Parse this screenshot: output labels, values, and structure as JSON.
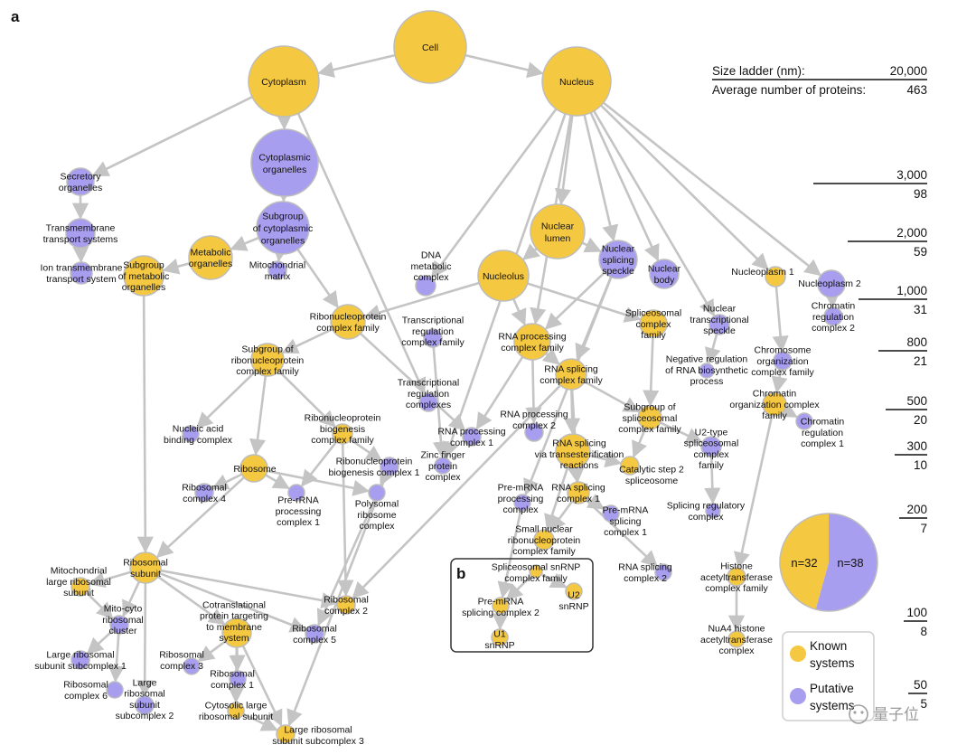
{
  "panel_a": "a",
  "panel_b": "b",
  "colors": {
    "known": "#f5c842",
    "putative": "#a89ef0",
    "edge": "#c4c4c4",
    "node_stroke": "#bdbdbd"
  },
  "nodes": [
    {
      "id": "cell",
      "label": [
        "Cell"
      ],
      "type": "known"
    },
    {
      "id": "cytoplasm",
      "label": [
        "Cytoplasm"
      ],
      "type": "known"
    },
    {
      "id": "nucleus",
      "label": [
        "Nucleus"
      ],
      "type": "known"
    },
    {
      "id": "cyto_org",
      "label": [
        "Cytoplasmic",
        "organelles"
      ],
      "type": "putative"
    },
    {
      "id": "secretory",
      "label": [
        "Secretory",
        "organelles"
      ],
      "type": "putative"
    },
    {
      "id": "transmembrane",
      "label": [
        "Transmembrane",
        "transport systems"
      ],
      "type": "putative"
    },
    {
      "id": "ion_trans",
      "label": [
        "Ion transmembrane",
        "transport system"
      ],
      "type": "putative"
    },
    {
      "id": "subgroup_cyto",
      "label": [
        "Subgroup",
        "of cytoplasmic",
        "organelles"
      ],
      "type": "putative"
    },
    {
      "id": "metabolic",
      "label": [
        "Metabolic",
        "organelles"
      ],
      "type": "known"
    },
    {
      "id": "subgroup_metab",
      "label": [
        "Subgroup",
        "of metabolic",
        "organelles"
      ],
      "type": "known"
    },
    {
      "id": "mito_matrix",
      "label": [
        "Mitochondrial",
        "matrix"
      ],
      "type": "putative"
    },
    {
      "id": "nuclear_lumen",
      "label": [
        "Nuclear",
        "lumen"
      ],
      "type": "known"
    },
    {
      "id": "nucleolus",
      "label": [
        "Nucleolus"
      ],
      "type": "known"
    },
    {
      "id": "nuc_splice_speckle",
      "label": [
        "Nuclear",
        "splicing",
        "speckle"
      ],
      "type": "putative"
    },
    {
      "id": "nuclear_body",
      "label": [
        "Nuclear",
        "body"
      ],
      "type": "putative"
    },
    {
      "id": "nucleoplasm1",
      "label": [
        "Nucleoplasm 1"
      ],
      "type": "known"
    },
    {
      "id": "nucleoplasm2",
      "label": [
        "Nucleoplasm 2"
      ],
      "type": "putative"
    },
    {
      "id": "dna_metab",
      "label": [
        "DNA",
        "metabolic",
        "complex"
      ],
      "type": "putative"
    },
    {
      "id": "rnp_family",
      "label": [
        "Ribonucleoprotein",
        "complex family"
      ],
      "type": "known"
    },
    {
      "id": "subgroup_rnp",
      "label": [
        "Subgroup of",
        "ribonucleoprotein",
        "complex family"
      ],
      "type": "known"
    },
    {
      "id": "trans_reg_fam",
      "label": [
        "Transcriptional",
        "regulation",
        "complex family"
      ],
      "type": "putative"
    },
    {
      "id": "trans_reg_cx",
      "label": [
        "Transcriptional",
        "regulation",
        "complexes"
      ],
      "type": "putative"
    },
    {
      "id": "rna_proc_fam",
      "label": [
        "RNA processing",
        "complex family"
      ],
      "type": "known"
    },
    {
      "id": "spliceo_fam",
      "label": [
        "Spliceosomal",
        "complex",
        "family"
      ],
      "type": "known"
    },
    {
      "id": "nuc_trans_speckle",
      "label": [
        "Nuclear",
        "transcriptional",
        "speckle"
      ],
      "type": "putative"
    },
    {
      "id": "neg_reg",
      "label": [
        "Negative regulation",
        "of RNA biosynthetic",
        "process"
      ],
      "type": "putative"
    },
    {
      "id": "chrom_reg2",
      "label": [
        "Chromatin",
        "regulation",
        "complex 2"
      ],
      "type": "putative"
    },
    {
      "id": "chrom_org_fam",
      "label": [
        "Chromosome",
        "organization",
        "complex family"
      ],
      "type": "putative"
    },
    {
      "id": "chrom_org_cx",
      "label": [
        "Chromatin",
        "organization complex",
        "family"
      ],
      "type": "known"
    },
    {
      "id": "chrom_reg1",
      "label": [
        "Chromatin",
        "regulation",
        "complex 1"
      ],
      "type": "putative"
    },
    {
      "id": "rna_splice_fam",
      "label": [
        "RNA splicing",
        "complex family"
      ],
      "type": "known"
    },
    {
      "id": "rna_proc2",
      "label": [
        "RNA processing",
        "complex 2"
      ],
      "type": "putative"
    },
    {
      "id": "rna_proc1",
      "label": [
        "RNA processing",
        "complex 1"
      ],
      "type": "putative"
    },
    {
      "id": "zinc_finger",
      "label": [
        "Zinc finger",
        "protein",
        "complex"
      ],
      "type": "putative"
    },
    {
      "id": "subgroup_spliceo",
      "label": [
        "Subgroup of",
        "spliceosomal",
        "complex family"
      ],
      "type": "known"
    },
    {
      "id": "u2_type",
      "label": [
        "U2-type",
        "spliceosomal",
        "complex",
        "family"
      ],
      "type": "putative"
    },
    {
      "id": "rna_splice_trans",
      "label": [
        "RNA splicing",
        "via transesterification",
        "reactions"
      ],
      "type": "known"
    },
    {
      "id": "cat_step2",
      "label": [
        "Catalytic step 2",
        "spliceosome"
      ],
      "type": "known"
    },
    {
      "id": "splice_reg",
      "label": [
        "Splicing regulatory",
        "complex"
      ],
      "type": "putative"
    },
    {
      "id": "pre_mrna_proc",
      "label": [
        "Pre-mRNA",
        "processing",
        "complex"
      ],
      "type": "putative"
    },
    {
      "id": "rna_splice1",
      "label": [
        "RNA splicing",
        "complex 1"
      ],
      "type": "known"
    },
    {
      "id": "pre_mrna_splice1",
      "label": [
        "Pre-mRNA",
        "splicing",
        "complex 1"
      ],
      "type": "putative"
    },
    {
      "id": "small_nuc_rnp",
      "label": [
        "Small nuclear",
        "ribonucleoprotein",
        "complex family"
      ],
      "type": "known"
    },
    {
      "id": "rna_splice2",
      "label": [
        "RNA splicing",
        "complex 2"
      ],
      "type": "putative"
    },
    {
      "id": "nucleic_acid",
      "label": [
        "Nucleic acid",
        "binding complex"
      ],
      "type": "putative"
    },
    {
      "id": "rnp_biogen_fam",
      "label": [
        "Ribonucleoprotein",
        "biogenesis",
        "complex family"
      ],
      "type": "known"
    },
    {
      "id": "rnp_biogen1",
      "label": [
        "Ribonucleoprotein",
        "biogenesis complex 1"
      ],
      "type": "putative"
    },
    {
      "id": "ribosome",
      "label": [
        "Ribosome"
      ],
      "type": "known"
    },
    {
      "id": "ribo_cx4",
      "label": [
        "Ribosomal",
        "complex 4"
      ],
      "type": "putative"
    },
    {
      "id": "pre_rrna",
      "label": [
        "Pre-rRNA",
        "processing",
        "complex 1"
      ],
      "type": "putative"
    },
    {
      "id": "polysomal",
      "label": [
        "Polysomal",
        "ribosome",
        "complex"
      ],
      "type": "putative"
    },
    {
      "id": "ribo_subunit",
      "label": [
        "Ribosomal",
        "subunit"
      ],
      "type": "known"
    },
    {
      "id": "mito_large",
      "label": [
        "Mitochondrial",
        "large ribosomal",
        "subunit"
      ],
      "type": "known"
    },
    {
      "id": "mito_cyto",
      "label": [
        "Mito-cyto",
        "ribosomal",
        "cluster"
      ],
      "type": "putative"
    },
    {
      "id": "large_sub_cx1",
      "label": [
        "Large ribosomal",
        "subunit subcomplex 1"
      ],
      "type": "putative"
    },
    {
      "id": "ribo_cx6",
      "label": [
        "Ribosomal",
        "complex 6"
      ],
      "type": "putative"
    },
    {
      "id": "large_sub_cx2",
      "label": [
        "Large",
        "ribosomal",
        "subunit",
        "subcomplex 2"
      ],
      "type": "putative"
    },
    {
      "id": "cotrans",
      "label": [
        "Cotranslational",
        "protein targeting",
        "to membrane",
        "system"
      ],
      "type": "known"
    },
    {
      "id": "ribo_cx2",
      "label": [
        "Ribosomal",
        "complex 2"
      ],
      "type": "known"
    },
    {
      "id": "ribo_cx5",
      "label": [
        "Ribosomal",
        "complex 5"
      ],
      "type": "putative"
    },
    {
      "id": "ribo_cx3",
      "label": [
        "Ribosomal",
        "complex 3"
      ],
      "type": "putative"
    },
    {
      "id": "ribo_cx1",
      "label": [
        "Ribosomal",
        "complex 1"
      ],
      "type": "putative"
    },
    {
      "id": "cyto_large",
      "label": [
        "Cytosolic large",
        "ribosomal subunit"
      ],
      "type": "known"
    },
    {
      "id": "large_sub_cx3",
      "label": [
        "Large ribosomal",
        "subunit subcomplex 3"
      ],
      "type": "known"
    },
    {
      "id": "hist_acetyl",
      "label": [
        "Histone",
        "acetyltransferase",
        "complex family"
      ],
      "type": "known"
    },
    {
      "id": "nua4",
      "label": [
        "NuA4 histone",
        "acetyltransferase",
        "complex"
      ],
      "type": "known"
    },
    {
      "id": "spliceo_snrnp",
      "label": [
        "Spliceosomal snRNP",
        "complex family"
      ],
      "type": "known"
    },
    {
      "id": "u2_snrnp",
      "label": [
        "U2",
        "snRNP"
      ],
      "type": "known"
    },
    {
      "id": "pre_mrna_splice2",
      "label": [
        "Pre-mRNA",
        "splicing complex 2"
      ],
      "type": "known"
    },
    {
      "id": "u1_snrnp",
      "label": [
        "U1",
        "snRNP"
      ],
      "type": "known"
    }
  ],
  "edges": [
    [
      "cell",
      "cytoplasm"
    ],
    [
      "cell",
      "nucleus"
    ],
    [
      "cytoplasm",
      "cyto_org"
    ],
    [
      "cytoplasm",
      "secretory"
    ],
    [
      "cytoplasm",
      "trans_reg_cx"
    ],
    [
      "secretory",
      "transmembrane"
    ],
    [
      "transmembrane",
      "ion_trans"
    ],
    [
      "cyto_org",
      "subgroup_cyto"
    ],
    [
      "subgroup_cyto",
      "metabolic"
    ],
    [
      "subgroup_cyto",
      "mito_matrix"
    ],
    [
      "subgroup_cyto",
      "rnp_family"
    ],
    [
      "metabolic",
      "subgroup_metab"
    ],
    [
      "subgroup_metab",
      "ribo_subunit"
    ],
    [
      "nucleus",
      "nuclear_lumen"
    ],
    [
      "nucleus",
      "nuc_splice_speckle"
    ],
    [
      "nucleus",
      "nuclear_body"
    ],
    [
      "nucleus",
      "nucleoplasm1"
    ],
    [
      "nucleus",
      "nucleoplasm2"
    ],
    [
      "nucleus",
      "dna_metab"
    ],
    [
      "nucleus",
      "nuc_trans_speckle"
    ],
    [
      "nucleus",
      "rna_proc_fam"
    ],
    [
      "nucleus",
      "zinc_finger"
    ],
    [
      "nuclear_lumen",
      "nucleolus"
    ],
    [
      "nuclear_lumen",
      "nuc_splice_speckle"
    ],
    [
      "nucleolus",
      "rnp_family"
    ],
    [
      "nucleolus",
      "rna_proc_fam"
    ],
    [
      "nucleolus",
      "spliceo_fam"
    ],
    [
      "nuc_splice_speckle",
      "rna_proc_fam"
    ],
    [
      "nuc_splice_speckle",
      "rna_splice_fam"
    ],
    [
      "nuc_splice_speckle",
      "pre_mrna_proc"
    ],
    [
      "nucleoplasm1",
      "chrom_org_fam"
    ],
    [
      "nucleoplasm2",
      "chrom_reg2"
    ],
    [
      "nuc_trans_speckle",
      "neg_reg"
    ],
    [
      "spliceo_fam",
      "subgroup_spliceo"
    ],
    [
      "chrom_org_fam",
      "chrom_org_cx"
    ],
    [
      "chrom_org_cx",
      "chrom_reg1"
    ],
    [
      "chrom_org_cx",
      "hist_acetyl"
    ],
    [
      "hist_acetyl",
      "nua4"
    ],
    [
      "rnp_family",
      "subgroup_rnp"
    ],
    [
      "rnp_family",
      "rna_proc1"
    ],
    [
      "trans_reg_fam",
      "zinc_finger"
    ],
    [
      "rna_proc_fam",
      "rna_splice_fam"
    ],
    [
      "rna_proc_fam",
      "rna_proc1"
    ],
    [
      "rna_proc_fam",
      "rna_proc2"
    ],
    [
      "rna_splice_fam",
      "rna_splice_trans"
    ],
    [
      "rna_splice_fam",
      "subgroup_spliceo"
    ],
    [
      "rna_splice_fam",
      "rna_splice1"
    ],
    [
      "rna_splice_fam",
      "ribo_cx2"
    ],
    [
      "subgroup_spliceo",
      "u2_type"
    ],
    [
      "subgroup_spliceo",
      "cat_step2"
    ],
    [
      "u2_type",
      "splice_reg"
    ],
    [
      "rna_splice_trans",
      "rna_splice1"
    ],
    [
      "rna_splice_trans",
      "cat_step2"
    ],
    [
      "rna_splice_trans",
      "small_nuc_rnp"
    ],
    [
      "rna_splice1",
      "pre_mrna_splice1"
    ],
    [
      "rna_splice1",
      "small_nuc_rnp"
    ],
    [
      "rna_splice1",
      "rna_splice2"
    ],
    [
      "subgroup_rnp",
      "nucleic_acid"
    ],
    [
      "subgroup_rnp",
      "ribosome"
    ],
    [
      "subgroup_rnp",
      "rnp_biogen_fam"
    ],
    [
      "rnp_biogen_fam",
      "rnp_biogen1"
    ],
    [
      "rnp_biogen_fam",
      "pre_rrna"
    ],
    [
      "rnp_biogen_fam",
      "ribo_cx2"
    ],
    [
      "rnp_biogen1",
      "polysomal"
    ],
    [
      "rnp_biogen1",
      "ribo_cx5"
    ],
    [
      "rnp_biogen1",
      "large_sub_cx3"
    ],
    [
      "ribosome",
      "ribo_cx4"
    ],
    [
      "ribosome",
      "pre_rrna"
    ],
    [
      "ribosome",
      "polysomal"
    ],
    [
      "ribosome",
      "ribo_subunit"
    ],
    [
      "ribo_subunit",
      "mito_large"
    ],
    [
      "ribo_subunit",
      "mito_cyto"
    ],
    [
      "ribo_subunit",
      "large_sub_cx2"
    ],
    [
      "ribo_subunit",
      "cotrans"
    ],
    [
      "ribo_subunit",
      "ribo_cx2"
    ],
    [
      "ribo_subunit",
      "ribo_cx5"
    ],
    [
      "mito_large",
      "mito_cyto"
    ],
    [
      "mito_cyto",
      "large_sub_cx1"
    ],
    [
      "mito_cyto",
      "ribo_cx6"
    ],
    [
      "cotrans",
      "ribo_cx3"
    ],
    [
      "cotrans",
      "ribo_cx1"
    ],
    [
      "cotrans",
      "cyto_large"
    ],
    [
      "cotrans",
      "large_sub_cx3"
    ],
    [
      "cyto_large",
      "large_sub_cx3"
    ],
    [
      "pre_mrna_proc",
      "pre_mrna_splice2"
    ],
    [
      "spliceo_snrnp",
      "u2_snrnp"
    ],
    [
      "spliceo_snrnp",
      "pre_mrna_splice2"
    ],
    [
      "pre_mrna_splice2",
      "u1_snrnp"
    ]
  ],
  "ladder": {
    "size_label": "Size ladder (nm):",
    "avg_label": "Average number of proteins:",
    "entries": [
      {
        "size": "20,000",
        "avg": "463"
      },
      {
        "size": "3,000",
        "avg": "98"
      },
      {
        "size": "2,000",
        "avg": "59"
      },
      {
        "size": "1,000",
        "avg": "31"
      },
      {
        "size": "800",
        "avg": "21"
      },
      {
        "size": "500",
        "avg": "20"
      },
      {
        "size": "300",
        "avg": "10"
      },
      {
        "size": "200",
        "avg": "7"
      },
      {
        "size": "100",
        "avg": "8"
      },
      {
        "size": "50",
        "avg": "5"
      }
    ]
  },
  "pie": {
    "known_label": "n=32",
    "putative_label": "n=38",
    "known": 32,
    "putative": 38
  },
  "legend": {
    "known": [
      "Known",
      "systems"
    ],
    "putative": [
      "Putative",
      "systems"
    ]
  },
  "watermark": "量子位"
}
